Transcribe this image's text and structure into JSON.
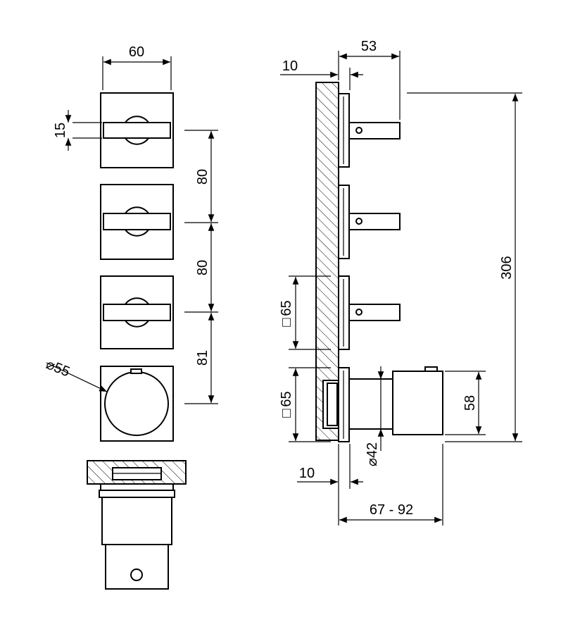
{
  "dimensions": {
    "front_width": "60",
    "handle_height": "15",
    "spacing_1": "80",
    "spacing_2": "80",
    "spacing_3": "81",
    "knob_diameter": "55",
    "side_wall": "10",
    "side_depth": "53",
    "total_height": "306",
    "plate_square_1": "65",
    "plate_square_2": "65",
    "thermo_height": "58",
    "thermo_diameter": "42",
    "bottom_wall": "10",
    "install_depth": "67 - 92"
  },
  "symbols": {
    "diameter": "⌀",
    "square": "□"
  }
}
